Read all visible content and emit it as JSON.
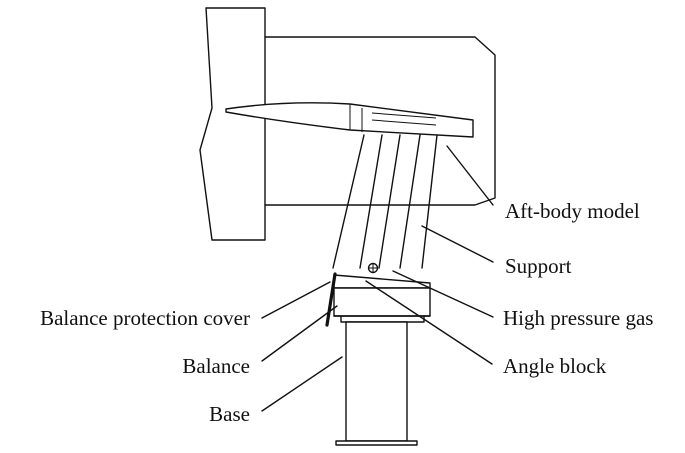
{
  "labels": {
    "aft_body_model": "Aft-body model",
    "support": "Support",
    "high_pressure_gas": "High pressure gas",
    "angle_block": "Angle block",
    "balance_protection_cover": "Balance protection cover",
    "balance": "Balance",
    "base": "Base"
  }
}
